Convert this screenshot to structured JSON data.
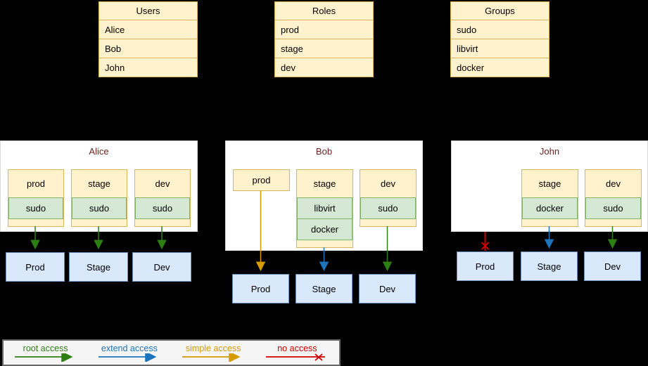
{
  "colors": {
    "c_bg": "#000000",
    "c_yfill": "#FFF2CC",
    "c_ybord": "#D6B656",
    "c_gfill": "#D5E8D4",
    "c_gbord": "#82B366",
    "c_bfill": "#DAE8FC",
    "c_bbord": "#6C8EBF",
    "c_card": "#FFFFFF",
    "c_title": "#6E2424",
    "c_root": "#2D7F14",
    "c_extend": "#1B74BC",
    "c_simple": "#D79B00",
    "c_none": "#CC0000",
    "c_lgfill": "#F5F5F5",
    "c_lgbord": "#666666"
  },
  "tables": [
    {
      "title": "Users",
      "rows": [
        "Alice",
        "Bob",
        "John"
      ]
    },
    {
      "title": "Roles",
      "rows": [
        "prod",
        "stage",
        "dev"
      ]
    },
    {
      "title": "Groups",
      "rows": [
        "sudo",
        "libvirt",
        "docker"
      ]
    }
  ],
  "cards": [
    {
      "title": "Alice",
      "stacks": [
        {
          "role": "prod",
          "groups": [
            "sudo"
          ],
          "access": "root access"
        },
        {
          "role": "stage",
          "groups": [
            "sudo"
          ],
          "access": "root access"
        },
        {
          "role": "dev",
          "groups": [
            "sudo"
          ],
          "access": "root access"
        }
      ],
      "envs": [
        "Prod",
        "Stage",
        "Dev"
      ]
    },
    {
      "title": "Bob",
      "stacks": [
        {
          "role": "prod",
          "groups": [],
          "access": "simple access"
        },
        {
          "role": "stage",
          "groups": [
            "libvirt",
            "docker"
          ],
          "access": "extend access"
        },
        {
          "role": "dev",
          "groups": [
            "sudo"
          ],
          "access": "root access"
        }
      ],
      "envs": [
        "Prod",
        "Stage",
        "Dev"
      ]
    },
    {
      "title": "John",
      "stacks": [
        {
          "role": "stage",
          "groups": [
            "docker"
          ],
          "access": "extend access"
        },
        {
          "role": "dev",
          "groups": [
            "sudo"
          ],
          "access": "root access"
        }
      ],
      "envs": [
        "Prod",
        "Stage",
        "Dev"
      ],
      "no_access_env": "Prod"
    }
  ],
  "legend": {
    "items": [
      {
        "label": "root access",
        "type": "root"
      },
      {
        "label": "extend access",
        "type": "extend"
      },
      {
        "label": "simple access",
        "type": "simple"
      },
      {
        "label": "no access",
        "type": "none"
      }
    ]
  }
}
